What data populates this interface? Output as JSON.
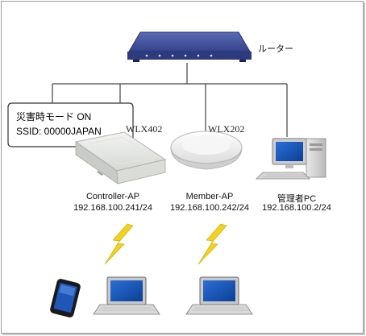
{
  "router": {
    "label": "ルーター",
    "icon": "router-icon"
  },
  "callout": {
    "line1": "災害時モード ON",
    "line2": "SSID: 00000JAPAN"
  },
  "devices": [
    {
      "model": "WLX402",
      "name": "Controller-AP",
      "ip": "192.168.100.241/24",
      "icon": "access-point-icon"
    },
    {
      "model": "WLX202",
      "name": "Member-AP",
      "ip": "192.168.100.242/24",
      "icon": "access-point-icon"
    },
    {
      "model": "",
      "name": "管理者PC",
      "ip": "192.168.100.2/24",
      "icon": "desktop-pc-icon"
    }
  ],
  "clients": [
    {
      "icon": "smartphone-icon"
    },
    {
      "icon": "laptop-icon"
    },
    {
      "icon": "laptop-icon"
    }
  ],
  "colors": {
    "router": "#3a4a8f",
    "wifi_bolt": "#f2d21a",
    "line": "#444444"
  }
}
